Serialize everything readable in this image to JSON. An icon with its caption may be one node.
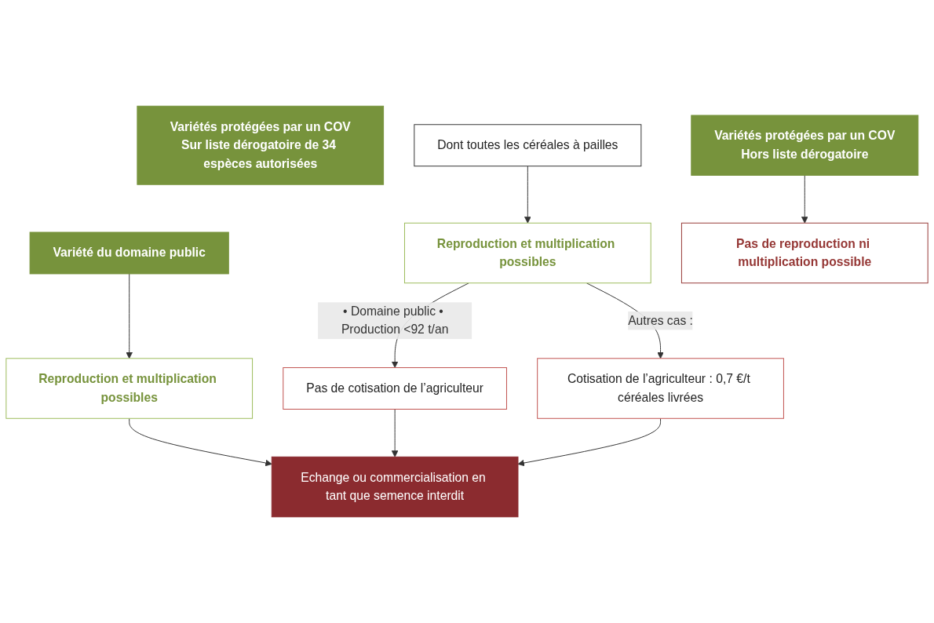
{
  "diagram": {
    "nodes": [
      {
        "text": [
          "Variété du domaine public"
        ]
      },
      {
        "text": [
          "Variétés protégées par un COV",
          "Sur liste dérogatoire de 34 espèces autorisées"
        ]
      },
      {
        "text": [
          "Dont toutes les céréales à pailles"
        ]
      },
      {
        "text": [
          "Variétés protégées par un COV",
          "Hors liste dérogatoire"
        ]
      },
      {
        "text": [
          "Reproduction et multiplication possibles"
        ]
      },
      {
        "text": [
          "Reproduction et multiplication possibles"
        ]
      },
      {
        "text": [
          "Pas de reproduction ni multiplication possible"
        ]
      },
      {
        "text": [
          "Pas de cotisation de l’agriculteur"
        ]
      },
      {
        "text": [
          "Cotisation de l’agriculteur : 0,7 €/t céréales livrées"
        ]
      },
      {
        "text": [
          "Echange ou commercialisation en tant que semence interdit"
        ]
      }
    ],
    "edges": [
      {
        "from": 0,
        "to": 4,
        "arrow": "to"
      },
      {
        "from": 2,
        "to": 5,
        "arrow": "to"
      },
      {
        "from": 3,
        "to": 6,
        "arrow": "to"
      },
      {
        "from": 4,
        "to": 9,
        "arrow": "to"
      },
      {
        "from": 5,
        "to": 7,
        "arrow": "to",
        "label": "• Domaine public • Production <92 t/an"
      },
      {
        "from": 5,
        "to": 8,
        "arrow": "to",
        "label": "Autres cas :"
      },
      {
        "from": 7,
        "to": 9,
        "arrow": "to"
      },
      {
        "from": 8,
        "to": 9,
        "arrow": "to"
      }
    ]
  }
}
